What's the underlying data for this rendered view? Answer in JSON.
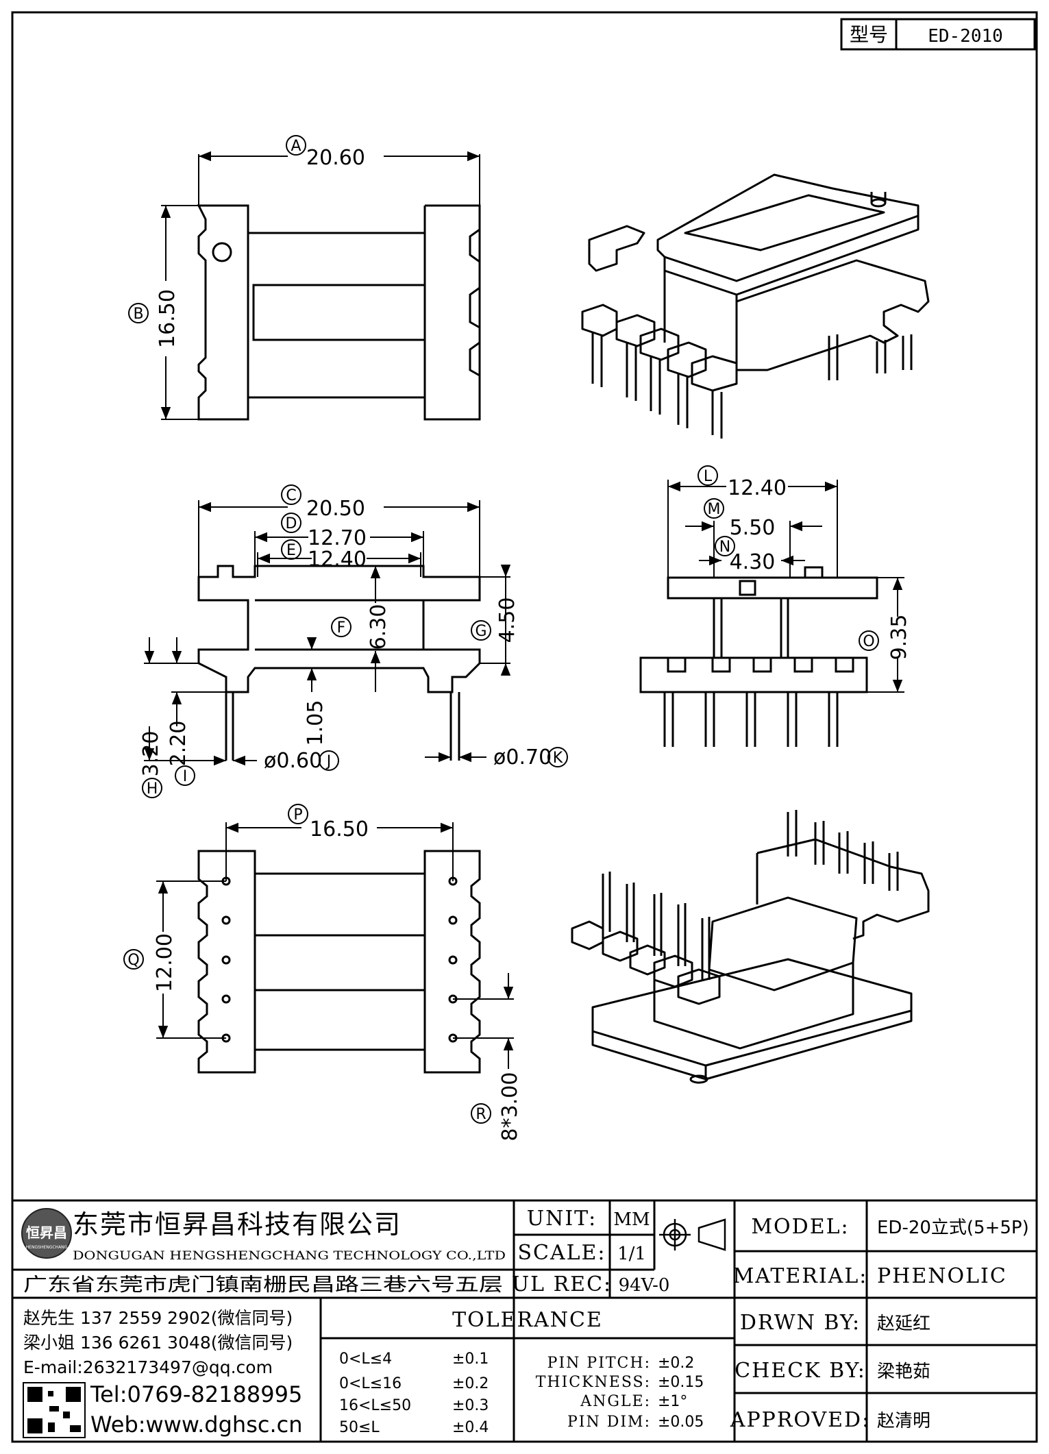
{
  "type_box": {
    "label": "型号",
    "value": "ED-2010"
  },
  "dimensions": {
    "A": "20.60",
    "B": "16.50",
    "C": "20.50",
    "D": "12.70",
    "E": "12.40",
    "F": "6.30",
    "G": "4.50",
    "H": "3.20",
    "I": "2.20",
    "J": "ø0.60",
    "K": "ø0.70",
    "L": "12.40",
    "M": "5.50",
    "N": "4.30",
    "O": "9.35",
    "P": "16.50",
    "Q": "12.00",
    "R": "8*3.00",
    "mid": "1.05"
  },
  "callouts": [
    "A",
    "B",
    "C",
    "D",
    "E",
    "F",
    "G",
    "H",
    "I",
    "J",
    "K",
    "L",
    "M",
    "N",
    "O",
    "P",
    "Q",
    "R"
  ],
  "company": {
    "name_cn": "东莞市恒昇昌科技有限公司",
    "name_en": "DONGUGAN HENGSHENGCHANG TECHNOLOGY CO.,LTD",
    "address": "广东省东莞市虎门镇南栅民昌路三巷六号五层",
    "logo_text": "恒昇昌",
    "logo_sub": "HENGSHENGCHANG"
  },
  "contacts": {
    "c1": "赵先生 137 2559 2902(微信同号)",
    "c2": "梁小姐 136 6261 3048(微信同号)",
    "email": "E-mail:2632173497@qq.com",
    "tel": "Tel:0769-82188995",
    "web": "Web:www.dghsc.cn"
  },
  "unit": {
    "label": "UNIT:",
    "value": "MM"
  },
  "scale": {
    "label": "SCALE:",
    "value": "1/1"
  },
  "ul_rec": {
    "label": "UL REC:",
    "value": "94V-0"
  },
  "model": {
    "label": "MODEL:",
    "value": "ED-20立式(5+5P)"
  },
  "material": {
    "label": "MATERIAL:",
    "value": "PHENOLIC"
  },
  "drawn": {
    "label": "DRWN BY:",
    "value": "赵延红"
  },
  "check": {
    "label": "CHECK BY:",
    "value": "梁艳茹"
  },
  "approved": {
    "label": "APPROVED:",
    "value": "赵清明"
  },
  "tolerance": {
    "title": "TOLERANCE",
    "rows": [
      {
        "range": "0<L≤4",
        "tol": "±0.1"
      },
      {
        "range": "0<L≤16",
        "tol": "±0.2"
      },
      {
        "range": "16<L≤50",
        "tol": "±0.3"
      },
      {
        "range": "50≤L",
        "tol": "±0.4"
      }
    ],
    "extra": [
      {
        "label": "PIN PITCH:",
        "tol": "±0.2"
      },
      {
        "label": "THICKNESS:",
        "tol": "±0.15"
      },
      {
        "label": "ANGLE:",
        "tol": "±1°"
      },
      {
        "label": "PIN DIM:",
        "tol": "±0.05"
      }
    ]
  }
}
